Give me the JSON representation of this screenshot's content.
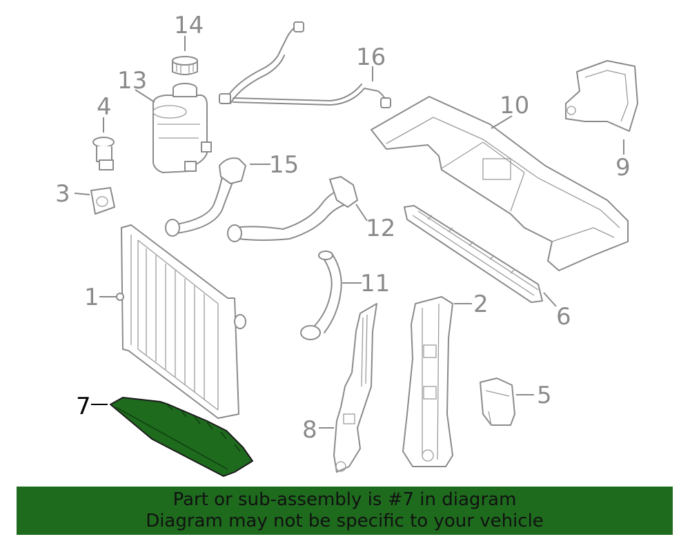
{
  "callouts": [
    {
      "id": 1,
      "label": "1"
    },
    {
      "id": 2,
      "label": "2"
    },
    {
      "id": 3,
      "label": "3"
    },
    {
      "id": 4,
      "label": "4"
    },
    {
      "id": 5,
      "label": "5"
    },
    {
      "id": 6,
      "label": "6"
    },
    {
      "id": 7,
      "label": "7",
      "highlighted": true
    },
    {
      "id": 8,
      "label": "8"
    },
    {
      "id": 9,
      "label": "9"
    },
    {
      "id": 10,
      "label": "10"
    },
    {
      "id": 11,
      "label": "11"
    },
    {
      "id": 12,
      "label": "12"
    },
    {
      "id": 13,
      "label": "13"
    },
    {
      "id": 14,
      "label": "14"
    },
    {
      "id": 15,
      "label": "15"
    },
    {
      "id": 16,
      "label": "16"
    }
  ],
  "highlight_color": "#1e6b1e",
  "banner": {
    "line1": "Part or sub-assembly is #7 in diagram",
    "line2": "Diagram may not be specific to your vehicle"
  }
}
